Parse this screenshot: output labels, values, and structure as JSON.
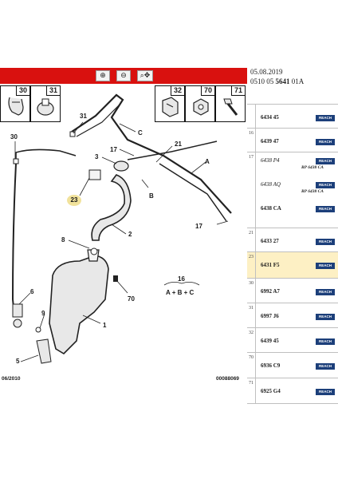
{
  "header": {
    "date": "05.08.2019",
    "code_prefix": "0510 05",
    "code_bold": "5641",
    "code_suffix": "01A"
  },
  "toolbar": {
    "zoom_in_icon": "zoom-in-icon",
    "zoom_out_icon": "zoom-out-icon",
    "zoom_fit_icon": "zoom-fit-icon",
    "bg_color": "#d9110f"
  },
  "insets": [
    "30",
    "31",
    "32",
    "70",
    "71"
  ],
  "diagram_labels": {
    "l31": "31",
    "lc": "C",
    "l30": "30",
    "l21": "21",
    "l3": "3",
    "l17a": "17",
    "la": "A",
    "lb": "B",
    "l23": "23",
    "l17b": "17",
    "l2": "2",
    "l8": "8",
    "l16": "16",
    "l_abc": "A + B + C",
    "l70": "70",
    "l6": "6",
    "l9": "9",
    "l1": "1",
    "l5": "5"
  },
  "footer": {
    "date": "06/2010",
    "drawing_no": "00088069"
  },
  "table": {
    "badge_label": "REACH",
    "badge_color": "#1c3f7a",
    "selected_color": "#fdf0c4",
    "rows": [
      {
        "num": "",
        "refs": [
          {
            "text": "6434 45",
            "badge": true
          }
        ]
      },
      {
        "num": "16",
        "refs": [
          {
            "text": "6439 47",
            "badge": true
          }
        ]
      },
      {
        "num": "17",
        "refs": [
          {
            "text": "6438 P4",
            "italic": true,
            "badge": true,
            "rp": "RP 6438 CA"
          },
          {
            "text": "6438 AQ",
            "italic": true,
            "badge": true,
            "rp": "RP 6438 CA"
          },
          {
            "text": "6438 CA",
            "badge": true
          }
        ]
      },
      {
        "num": "21",
        "refs": [
          {
            "text": "6433 27",
            "badge": true
          }
        ]
      },
      {
        "num": "23",
        "selected": true,
        "refs": [
          {
            "text": "6431 F5",
            "badge": true
          }
        ]
      },
      {
        "num": "30",
        "refs": [
          {
            "text": "6992 A7",
            "badge": true
          }
        ]
      },
      {
        "num": "31",
        "refs": [
          {
            "text": "6997 J6",
            "badge": true
          }
        ]
      },
      {
        "num": "32",
        "refs": [
          {
            "text": "6439 45",
            "badge": true
          }
        ]
      },
      {
        "num": "70",
        "refs": [
          {
            "text": "6936 C9",
            "badge": true
          }
        ]
      },
      {
        "num": "71",
        "refs": [
          {
            "text": "6925 G4",
            "badge": true
          }
        ]
      }
    ]
  }
}
